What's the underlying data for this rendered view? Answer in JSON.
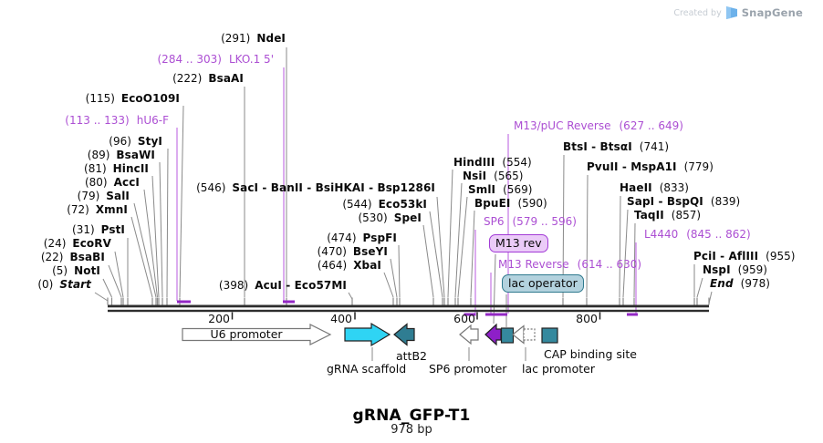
{
  "watermark": {
    "created_by": "Created by",
    "brand": "SnapGene"
  },
  "plasmid": {
    "name": "gRNA_GFP-T1",
    "size": "978 bp"
  },
  "ruler": {
    "labels": [
      "200",
      "400",
      "600",
      "800"
    ]
  },
  "sites": [
    {
      "pos": "(291)",
      "name": "NdeI"
    },
    {
      "pos": "(222)",
      "name": "BsaAI"
    },
    {
      "pos": "(115)",
      "name": "EcoO109I"
    },
    {
      "pos": "(96)",
      "name": "StyI"
    },
    {
      "pos": "(89)",
      "name": "BsaWI"
    },
    {
      "pos": "(81)",
      "name": "HincII"
    },
    {
      "pos": "(80)",
      "name": "AccI"
    },
    {
      "pos": "(79)",
      "name": "SalI"
    },
    {
      "pos": "(72)",
      "name": "XmnI"
    },
    {
      "pos": "(31)",
      "name": "PstI"
    },
    {
      "pos": "(24)",
      "name": "EcoRV"
    },
    {
      "pos": "(22)",
      "name": "BsaBI"
    },
    {
      "pos": "(5)",
      "name": "NotI"
    },
    {
      "pos": "(0)",
      "name": "Start"
    },
    {
      "pos": "(546)",
      "name": "SacI - BanII - BsiHKAI - Bsp1286I"
    },
    {
      "pos": "(544)",
      "name": "Eco53kI"
    },
    {
      "pos": "(530)",
      "name": "SpeI"
    },
    {
      "pos": "(474)",
      "name": "PspFI"
    },
    {
      "pos": "(470)",
      "name": "BseYI"
    },
    {
      "pos": "(464)",
      "name": "XbaI"
    },
    {
      "pos": "(398)",
      "name": "AcuI - Eco57MI"
    },
    {
      "pos": "(554)",
      "name": "HindIII"
    },
    {
      "pos": "(565)",
      "name": "NsiI"
    },
    {
      "pos": "(569)",
      "name": "SmlI"
    },
    {
      "pos": "(590)",
      "name": "BpuEI"
    },
    {
      "pos": "(741)",
      "name": "BtsI - BtsαI"
    },
    {
      "pos": "(779)",
      "name": "PvuII - MspA1I"
    },
    {
      "pos": "(833)",
      "name": "HaeII"
    },
    {
      "pos": "(839)",
      "name": "SapI - BspQI"
    },
    {
      "pos": "(857)",
      "name": "TaqII"
    },
    {
      "pos": "(955)",
      "name": "PciI - AflIII"
    },
    {
      "pos": "(959)",
      "name": "NspI"
    },
    {
      "pos": "(978)",
      "name": "End"
    }
  ],
  "primers": [
    {
      "name": "hU6-F",
      "range": "(113 .. 133)"
    },
    {
      "name": "LKO.1 5'",
      "range": "(284 .. 303)"
    },
    {
      "name": "SP6",
      "range": "(579 .. 596)"
    },
    {
      "name": "M13 Reverse",
      "range": "(614 .. 630)"
    },
    {
      "name": "M13/pUC Reverse",
      "range": "(627 .. 649)"
    },
    {
      "name": "L4440",
      "range": "(845 .. 862)"
    }
  ],
  "features": {
    "u6": "U6 promoter",
    "grna": "gRNA scaffold",
    "attb2": "attB2",
    "sp6": "SP6 promoter",
    "lac": "lac promoter",
    "cap": "CAP binding site",
    "m13rev": "M13 rev",
    "lacop": "lac operator"
  },
  "colors": {
    "primer_text": "#AC4FD3",
    "primer_line": "#C87FE6",
    "primer_bar": "#9328C4",
    "grna_fill": "#2FD4F4",
    "attb2_fill": "#2F7D92",
    "operator_fill": "#35899E",
    "m13rev_fill": "#8E1FC8",
    "backbone": "#2e2e2e"
  }
}
